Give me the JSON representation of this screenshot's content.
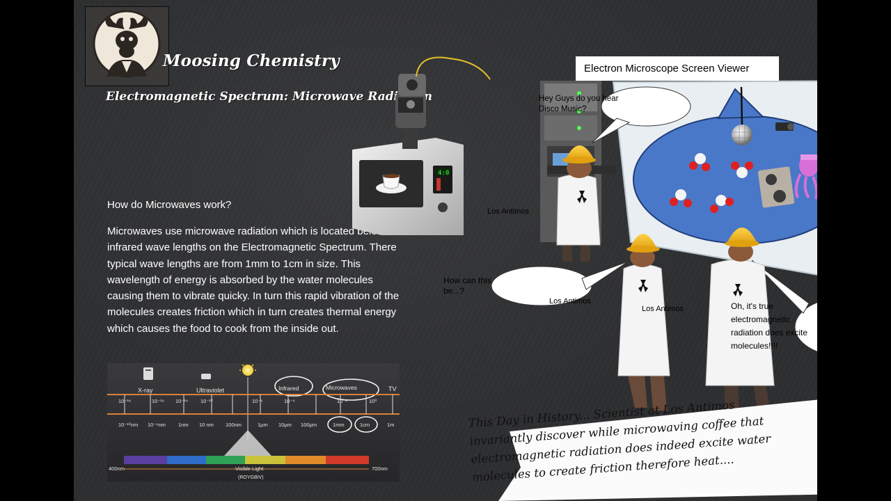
{
  "header": {
    "brand": "Moosing Chemistry",
    "subtitle": "Electromagnetic Spectrum: Microwave Radiation"
  },
  "main": {
    "question": "How do Microwaves work?",
    "body": "Microwaves use microwave radiation which is located below infrared wave lengths on the Electromagnetic Spectrum. There typical wave lengths are from 1mm to 1cm in size. This wavelength of energy is absorbed by the water molecules causing them to vibrate quicky. In turn this rapid vibration of the molecules creates friction which in turn creates thermal energy which causes the food to cook from the inside out."
  },
  "spectrum_image": {
    "categories": [
      "X-ray",
      "Ultraviolet",
      "Infrared",
      "Microwaves",
      "TV"
    ],
    "tick_exponents": [
      "10⁻¹⁸",
      "10⁻¹⁶",
      "10⁻¹⁴",
      "10⁻¹⁰",
      "10⁻⁶",
      "10⁻⁴",
      "10⁻²",
      "10⁰"
    ],
    "wavelengths": [
      "10⁻¹⁰nm",
      "10⁻⁹nm",
      "1nm",
      "10 nm",
      "100nm",
      "1μm",
      "10μm",
      "100μm",
      "1mm",
      "1cm",
      "1m"
    ],
    "visible_light_label": "Visible Light",
    "roygbiv_label": "(ROYGBIV)",
    "start_label": "400nm",
    "end_label": "700nm",
    "colors": [
      "#5b3fa0",
      "#2f6cc8",
      "#2fa055",
      "#c9c23a",
      "#e08a2a",
      "#d23a2a"
    ]
  },
  "scene": {
    "screen_label": "Electron Microscope Screen Viewer",
    "bubble_1": "Hey Guys do you hear Disco Music?",
    "bubble_2": "How can this be...?",
    "bubble_3": "Oh, it's true electromagnetic radiation does excite molecules!!!!",
    "coat_label": "Los Antimos",
    "microwave_display": "4:0",
    "history_note": "This Day in History... Scientist at Los Antimos invariantly discover while microwaving coffee that electromagnetic radiation does indeed excite water molecules to create friction therefore heat...."
  },
  "colors": {
    "chalkboard": "#2e2f31",
    "screen_blob": "#4a78c8",
    "hard_hat": "#f2b21c",
    "lab_coat": "#f4f4f4"
  }
}
